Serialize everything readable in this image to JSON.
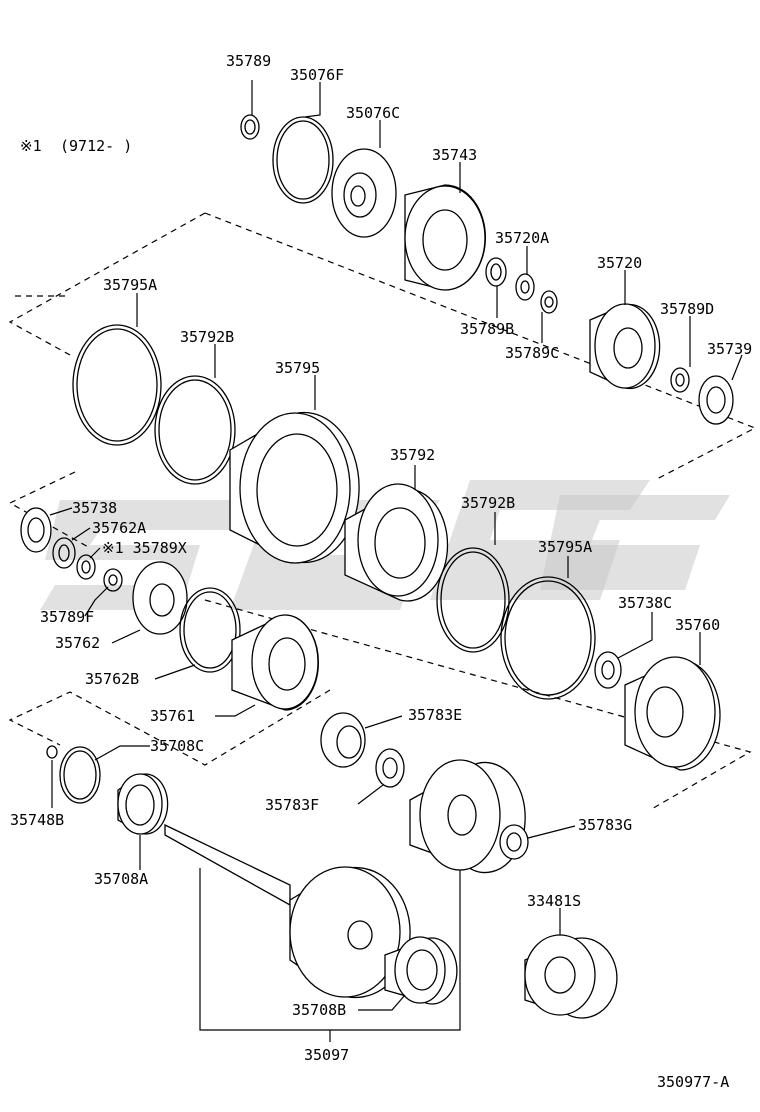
{
  "note": {
    "mark": "※1",
    "range": "(9712-      )"
  },
  "diagram_id": "350977-A",
  "labels": [
    "35789",
    "35076F",
    "35076C",
    "35743",
    "35720A",
    "35720",
    "35789B",
    "35789C",
    "35789D",
    "35739",
    "35795A",
    "35792B",
    "35795",
    "35792",
    "35738",
    "35762A",
    "※1 35789X",
    "35789F",
    "35762",
    "35762B",
    "35761",
    "35792B",
    "35795A",
    "35738C",
    "35760",
    "35783E",
    "35708C",
    "35783F",
    "35748B",
    "35708A",
    "35783G",
    "33481S",
    "35708B",
    "35097"
  ],
  "watermark_color": "#c9c9c9"
}
